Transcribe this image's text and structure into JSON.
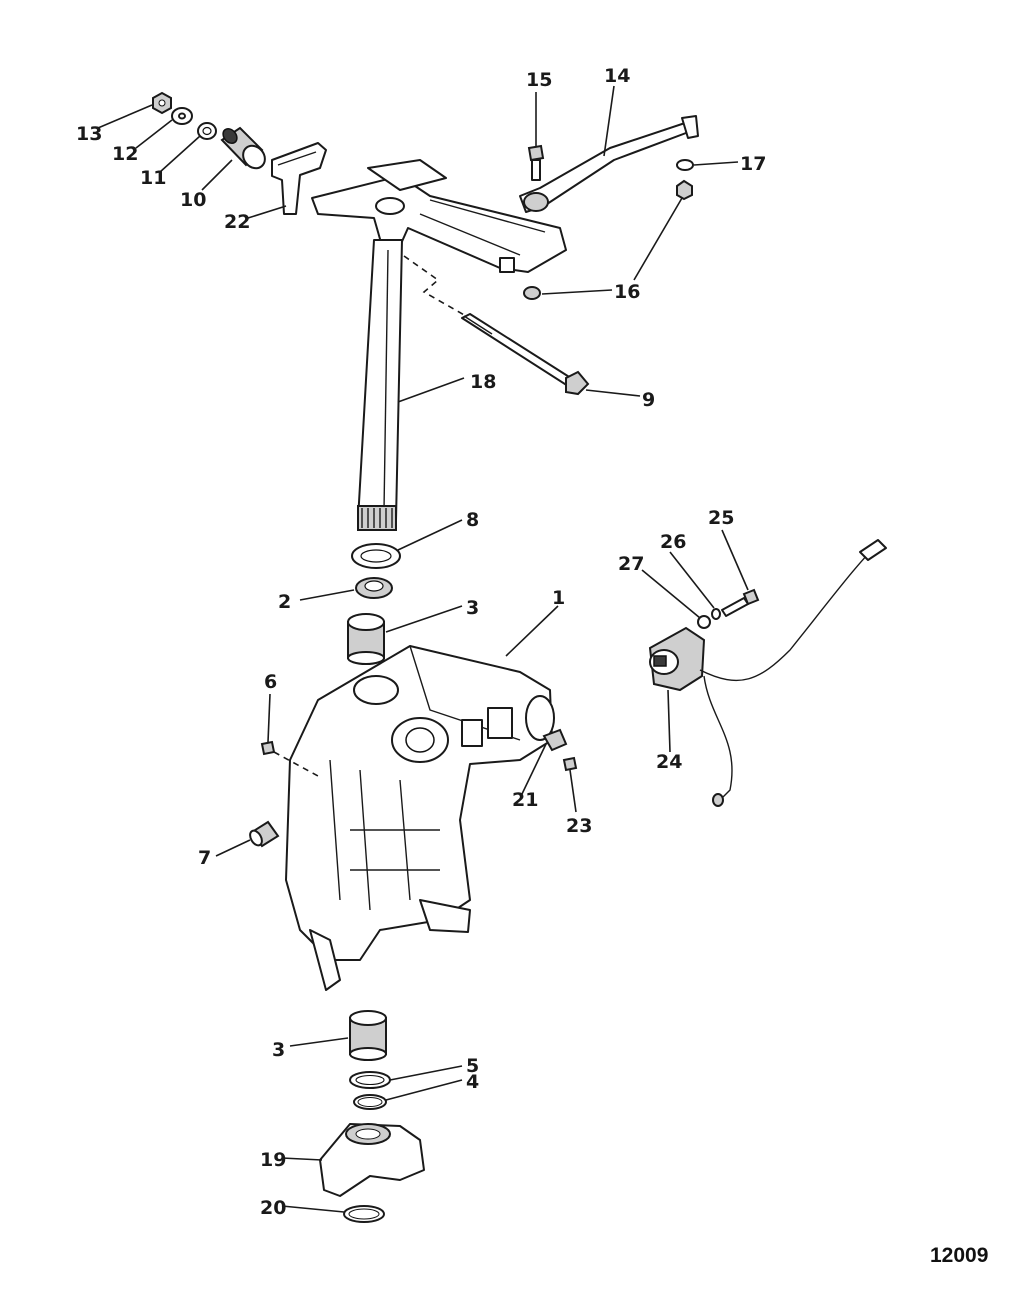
{
  "drawing_number": "12009",
  "callouts": [
    {
      "id": "c1",
      "text": "1"
    },
    {
      "id": "c2",
      "text": "2"
    },
    {
      "id": "c3a",
      "text": "3"
    },
    {
      "id": "c3b",
      "text": "3"
    },
    {
      "id": "c4",
      "text": "4"
    },
    {
      "id": "c5",
      "text": "5"
    },
    {
      "id": "c6",
      "text": "6"
    },
    {
      "id": "c7",
      "text": "7"
    },
    {
      "id": "c8",
      "text": "8"
    },
    {
      "id": "c9",
      "text": "9"
    },
    {
      "id": "c10",
      "text": "10"
    },
    {
      "id": "c11",
      "text": "11"
    },
    {
      "id": "c12",
      "text": "12"
    },
    {
      "id": "c13",
      "text": "13"
    },
    {
      "id": "c14",
      "text": "14"
    },
    {
      "id": "c15",
      "text": "15"
    },
    {
      "id": "c16",
      "text": "16"
    },
    {
      "id": "c17",
      "text": "17"
    },
    {
      "id": "c18",
      "text": "18"
    },
    {
      "id": "c19",
      "text": "19"
    },
    {
      "id": "c20",
      "text": "20"
    },
    {
      "id": "c21",
      "text": "21"
    },
    {
      "id": "c22",
      "text": "22"
    },
    {
      "id": "c23",
      "text": "23"
    },
    {
      "id": "c24",
      "text": "24"
    },
    {
      "id": "c25",
      "text": "25"
    },
    {
      "id": "c26",
      "text": "26"
    },
    {
      "id": "c27",
      "text": "27"
    }
  ]
}
